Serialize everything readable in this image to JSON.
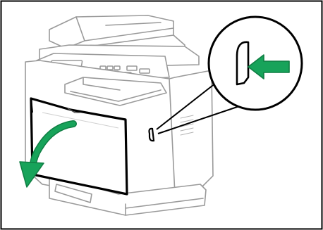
{
  "figure": {
    "kind": "printer manual illustration",
    "icons": [
      "printer-illustration",
      "front-cover-open-arrow",
      "magnifier-callout",
      "cover-release-button",
      "push-arrow-icon"
    ],
    "colors": {
      "outline": "#1a1a1a",
      "printer_line": "#9a9a9a",
      "printer_fill": "#ffffff",
      "highlight": "#000000",
      "arrow_green": "#17a35a",
      "arrow_green_dark": "#0f7e43",
      "frame_border": "#000000"
    }
  }
}
